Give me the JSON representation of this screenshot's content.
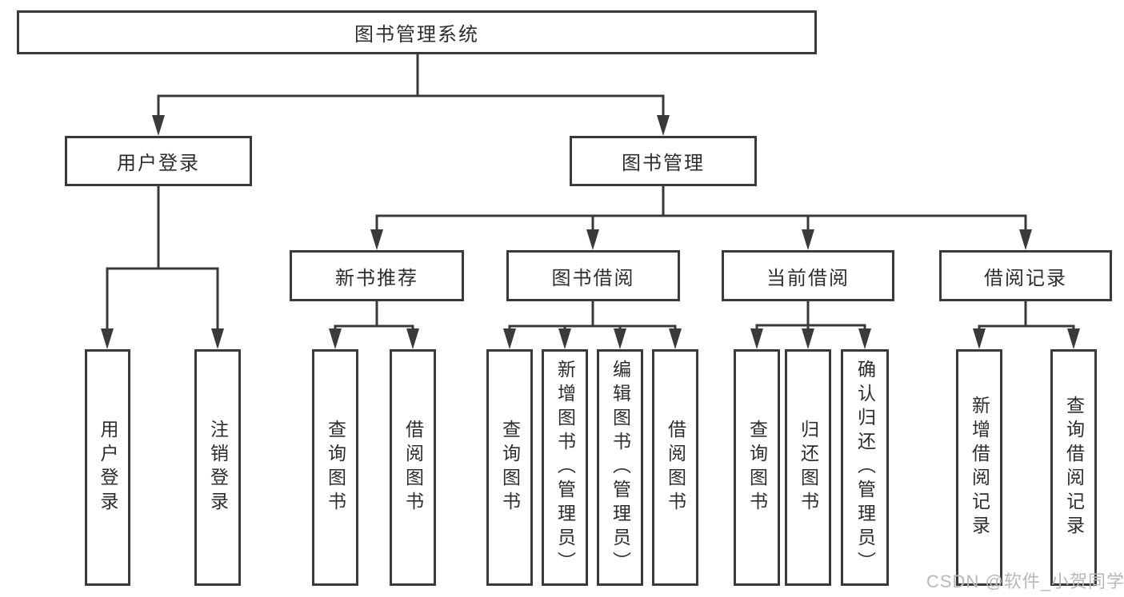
{
  "diagram": {
    "nodes": {
      "root": "图书管理系统",
      "user_login": "用户登录",
      "book_management": "图书管理",
      "new_book_recommend": "新书推荐",
      "book_borrowing": "图书借阅",
      "current_borrowing": "当前借阅",
      "borrowing_records": "借阅记录",
      "leaf_user_login": "用户登录",
      "leaf_logout": "注销登录",
      "leaf_query_books_recommend": "查询图书",
      "leaf_borrow_books_recommend": "借阅图书",
      "leaf_query_books_borrowing": "查询图书",
      "leaf_add_books_admin": "新增图书（管理员）",
      "leaf_edit_books_admin": "编辑图书（管理员）",
      "leaf_borrow_books_borrowing": "借阅图书",
      "leaf_query_books_current": "查询图书",
      "leaf_return_books": "归还图书",
      "leaf_confirm_return_admin": "确认归还（管理员）",
      "leaf_add_borrow_record": "新增借阅记录",
      "leaf_query_borrow_record": "查询借阅记录"
    },
    "hierarchy": {
      "图书管理系统": {
        "用户登录": [
          "用户登录",
          "注销登录"
        ],
        "图书管理": {
          "新书推荐": [
            "查询图书",
            "借阅图书"
          ],
          "图书借阅": [
            "查询图书",
            "新增图书（管理员）",
            "编辑图书（管理员）",
            "借阅图书"
          ],
          "当前借阅": [
            "查询图书",
            "归还图书",
            "确认归还（管理员）"
          ],
          "借阅记录": [
            "新增借阅记录",
            "查询借阅记录"
          ]
        }
      }
    },
    "watermark": "CSDN @软件_小贺同学",
    "colors": {
      "line": "#3a3a3a",
      "text": "#2d2d2d",
      "watermark": "#b8b8b8",
      "background": "#ffffff"
    }
  }
}
